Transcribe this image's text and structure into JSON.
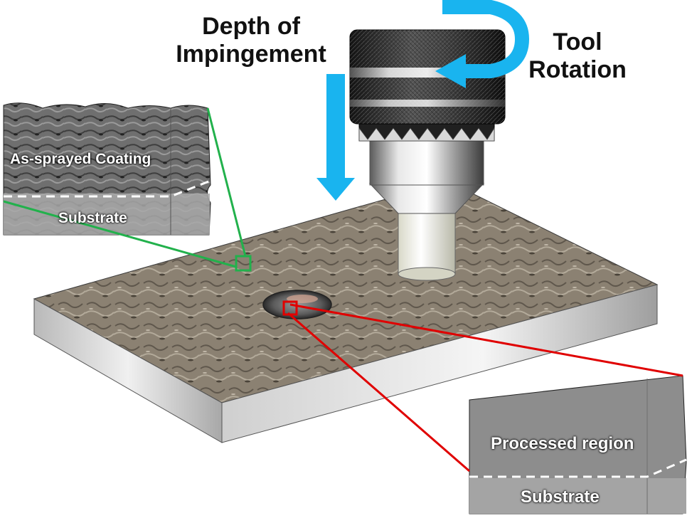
{
  "labels": {
    "depth_line1": "Depth of",
    "depth_line2": "Impingement",
    "rotation_line1": "Tool",
    "rotation_line2": "Rotation"
  },
  "inset_coating": {
    "coating_label": "As-sprayed Coating",
    "substrate_label": "Substrate",
    "connector_color": "#22b14c"
  },
  "inset_processed": {
    "processed_label": "Processed region",
    "substrate_label": "Substrate",
    "connector_color": "#e00000"
  },
  "colors": {
    "arrow": "#19b4ef",
    "plate_top": "#8a7f70",
    "plate_side": "#c8c8c8"
  },
  "icons": {
    "depth_arrow": "down-arrow-icon",
    "rotation_arrow": "curved-arrow-icon"
  }
}
